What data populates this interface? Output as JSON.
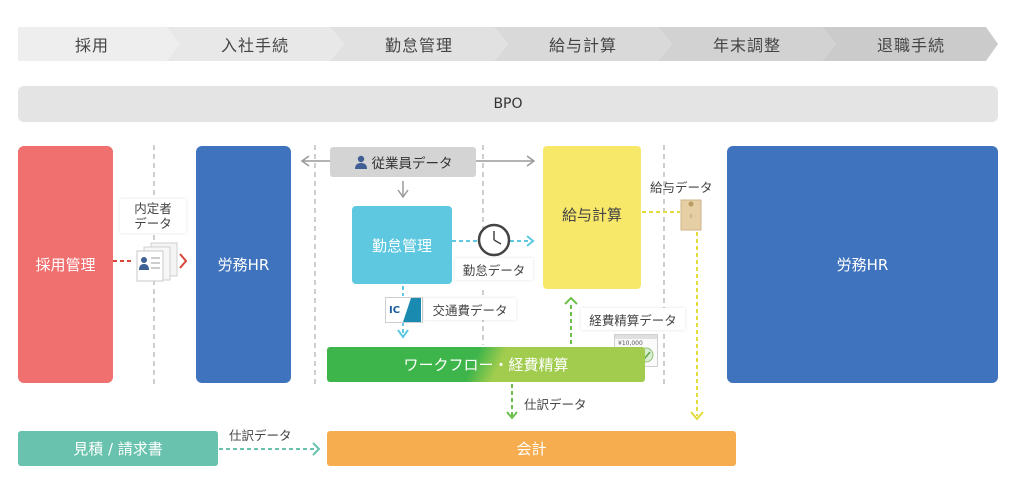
{
  "process_steps": [
    {
      "label": "採用",
      "color": "#eeeeee"
    },
    {
      "label": "入社手続",
      "color": "#e8e8e8"
    },
    {
      "label": "勤怠管理",
      "color": "#e1e1e1"
    },
    {
      "label": "給与計算",
      "color": "#d9d9d9"
    },
    {
      "label": "年末調整",
      "color": "#d2d2d2"
    },
    {
      "label": "退職手続",
      "color": "#cbcbcb"
    }
  ],
  "bpo": {
    "label": "BPO"
  },
  "blocks": {
    "recruitment": {
      "label": "採用管理",
      "color": "#f07070"
    },
    "labor_hr_left": {
      "label": "労務HR",
      "color": "#3f73bd"
    },
    "employee_data": {
      "label": "従業員データ",
      "color": "#d4d4d4"
    },
    "attendance": {
      "label": "勤怠管理",
      "color": "#5ec8e0"
    },
    "payroll": {
      "label": "給与計算",
      "color": "#f7e86a"
    },
    "labor_hr_right": {
      "label": "労務HR",
      "color": "#3f73bd"
    },
    "workflow": {
      "label": "ワークフロー・経費精算",
      "color_left": "#3db54a",
      "color_right": "#a2cc4e"
    },
    "estimate": {
      "label": "見積 / 請求書",
      "color": "#68c2ad"
    },
    "accounting": {
      "label": "会計",
      "color": "#f5ad4f"
    }
  },
  "labels": {
    "offer_data_line1": "内定者",
    "offer_data_line2": "データ",
    "attendance_data": "勤怠データ",
    "transport_data": "交通費データ",
    "transport_icon": "IC",
    "payroll_data": "給与データ",
    "expense_data": "経費精算データ",
    "expense_amount": "¥10,000",
    "journal_data_1": "仕訳データ",
    "journal_data_2": "仕訳データ"
  },
  "icons": [
    "person-icon",
    "clock-icon",
    "ic-card-icon",
    "document-stack-icon",
    "envelope-icon",
    "receipt-icon"
  ]
}
